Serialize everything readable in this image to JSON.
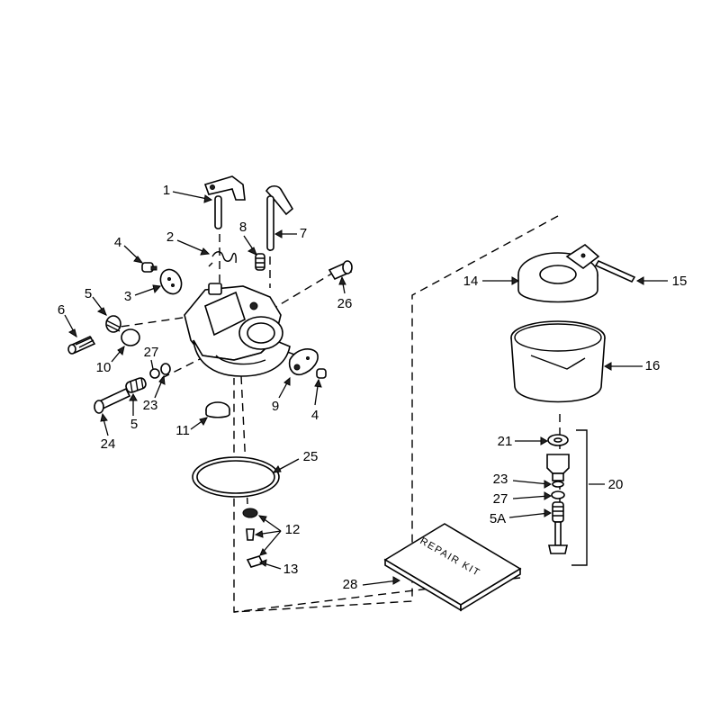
{
  "diagram": {
    "colors": {
      "ink": "#000000",
      "paper": "#ffffff"
    },
    "repair_kit_text": "REPAIR KIT",
    "callouts": [
      {
        "key": "c1",
        "text": "1"
      },
      {
        "key": "c2",
        "text": "2"
      },
      {
        "key": "c3",
        "text": "3"
      },
      {
        "key": "c4a",
        "text": "4"
      },
      {
        "key": "c4b",
        "text": "4"
      },
      {
        "key": "c5a",
        "text": "5"
      },
      {
        "key": "c5b",
        "text": "5"
      },
      {
        "key": "c6",
        "text": "6"
      },
      {
        "key": "c7",
        "text": "7"
      },
      {
        "key": "c8",
        "text": "8"
      },
      {
        "key": "c9",
        "text": "9"
      },
      {
        "key": "c10",
        "text": "10"
      },
      {
        "key": "c11",
        "text": "11"
      },
      {
        "key": "c12",
        "text": "12"
      },
      {
        "key": "c13",
        "text": "13"
      },
      {
        "key": "c14",
        "text": "14"
      },
      {
        "key": "c15",
        "text": "15"
      },
      {
        "key": "c16",
        "text": "16"
      },
      {
        "key": "c20",
        "text": "20"
      },
      {
        "key": "c21",
        "text": "21"
      },
      {
        "key": "c23a",
        "text": "23"
      },
      {
        "key": "c23b",
        "text": "23"
      },
      {
        "key": "c24",
        "text": "24"
      },
      {
        "key": "c25",
        "text": "25"
      },
      {
        "key": "c26",
        "text": "26"
      },
      {
        "key": "c27a",
        "text": "27"
      },
      {
        "key": "c27b",
        "text": "27"
      },
      {
        "key": "c28",
        "text": "28"
      },
      {
        "key": "c5A",
        "text": "5A"
      }
    ]
  }
}
